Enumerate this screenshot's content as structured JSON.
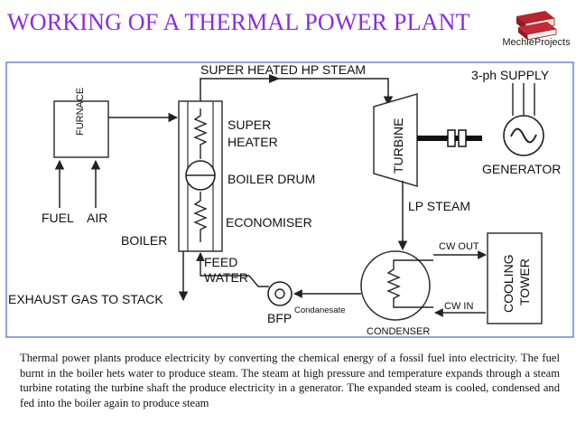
{
  "title": "WORKING OF A THERMAL POWER PLANT",
  "logo": {
    "text": "MechieProjects",
    "icon": "book-stack-icon"
  },
  "diagram": {
    "labels": {
      "superheated": "SUPER HEATED HP STEAM",
      "supply": "3-ph SUPPLY",
      "furnace": "FURNACE",
      "super": "SUPER",
      "heater": "HEATER",
      "boiler_drum": "BOILER DRUM",
      "turbine": "TURBINE",
      "generator": "GENERATOR",
      "fuel": "FUEL",
      "air": "AIR",
      "economiser": "ECONOMISER",
      "lp_steam": "LP STEAM",
      "boiler": "BOILER",
      "feed": "FEED",
      "water": "WATER",
      "cw_out": "CW OUT",
      "cooling": "COOLING",
      "tower": "TOWER",
      "exhaust": "EXHAUST GAS TO STACK",
      "cw_in": "CW IN",
      "bfp": "BFP",
      "condensate": "Condanesate",
      "condenser": "CONDENSER"
    }
  },
  "caption": "Thermal power plants produce electricity by converting the chemical energy of a fossil fuel into electricity. The fuel burnt in the boiler hets water to produce steam. The steam at high pressure and temperature expands through a steam turbine rotating the turbine shaft the produce electricity in a generator. The expanded steam is cooled, condensed and fed into the boiler again to produce steam"
}
